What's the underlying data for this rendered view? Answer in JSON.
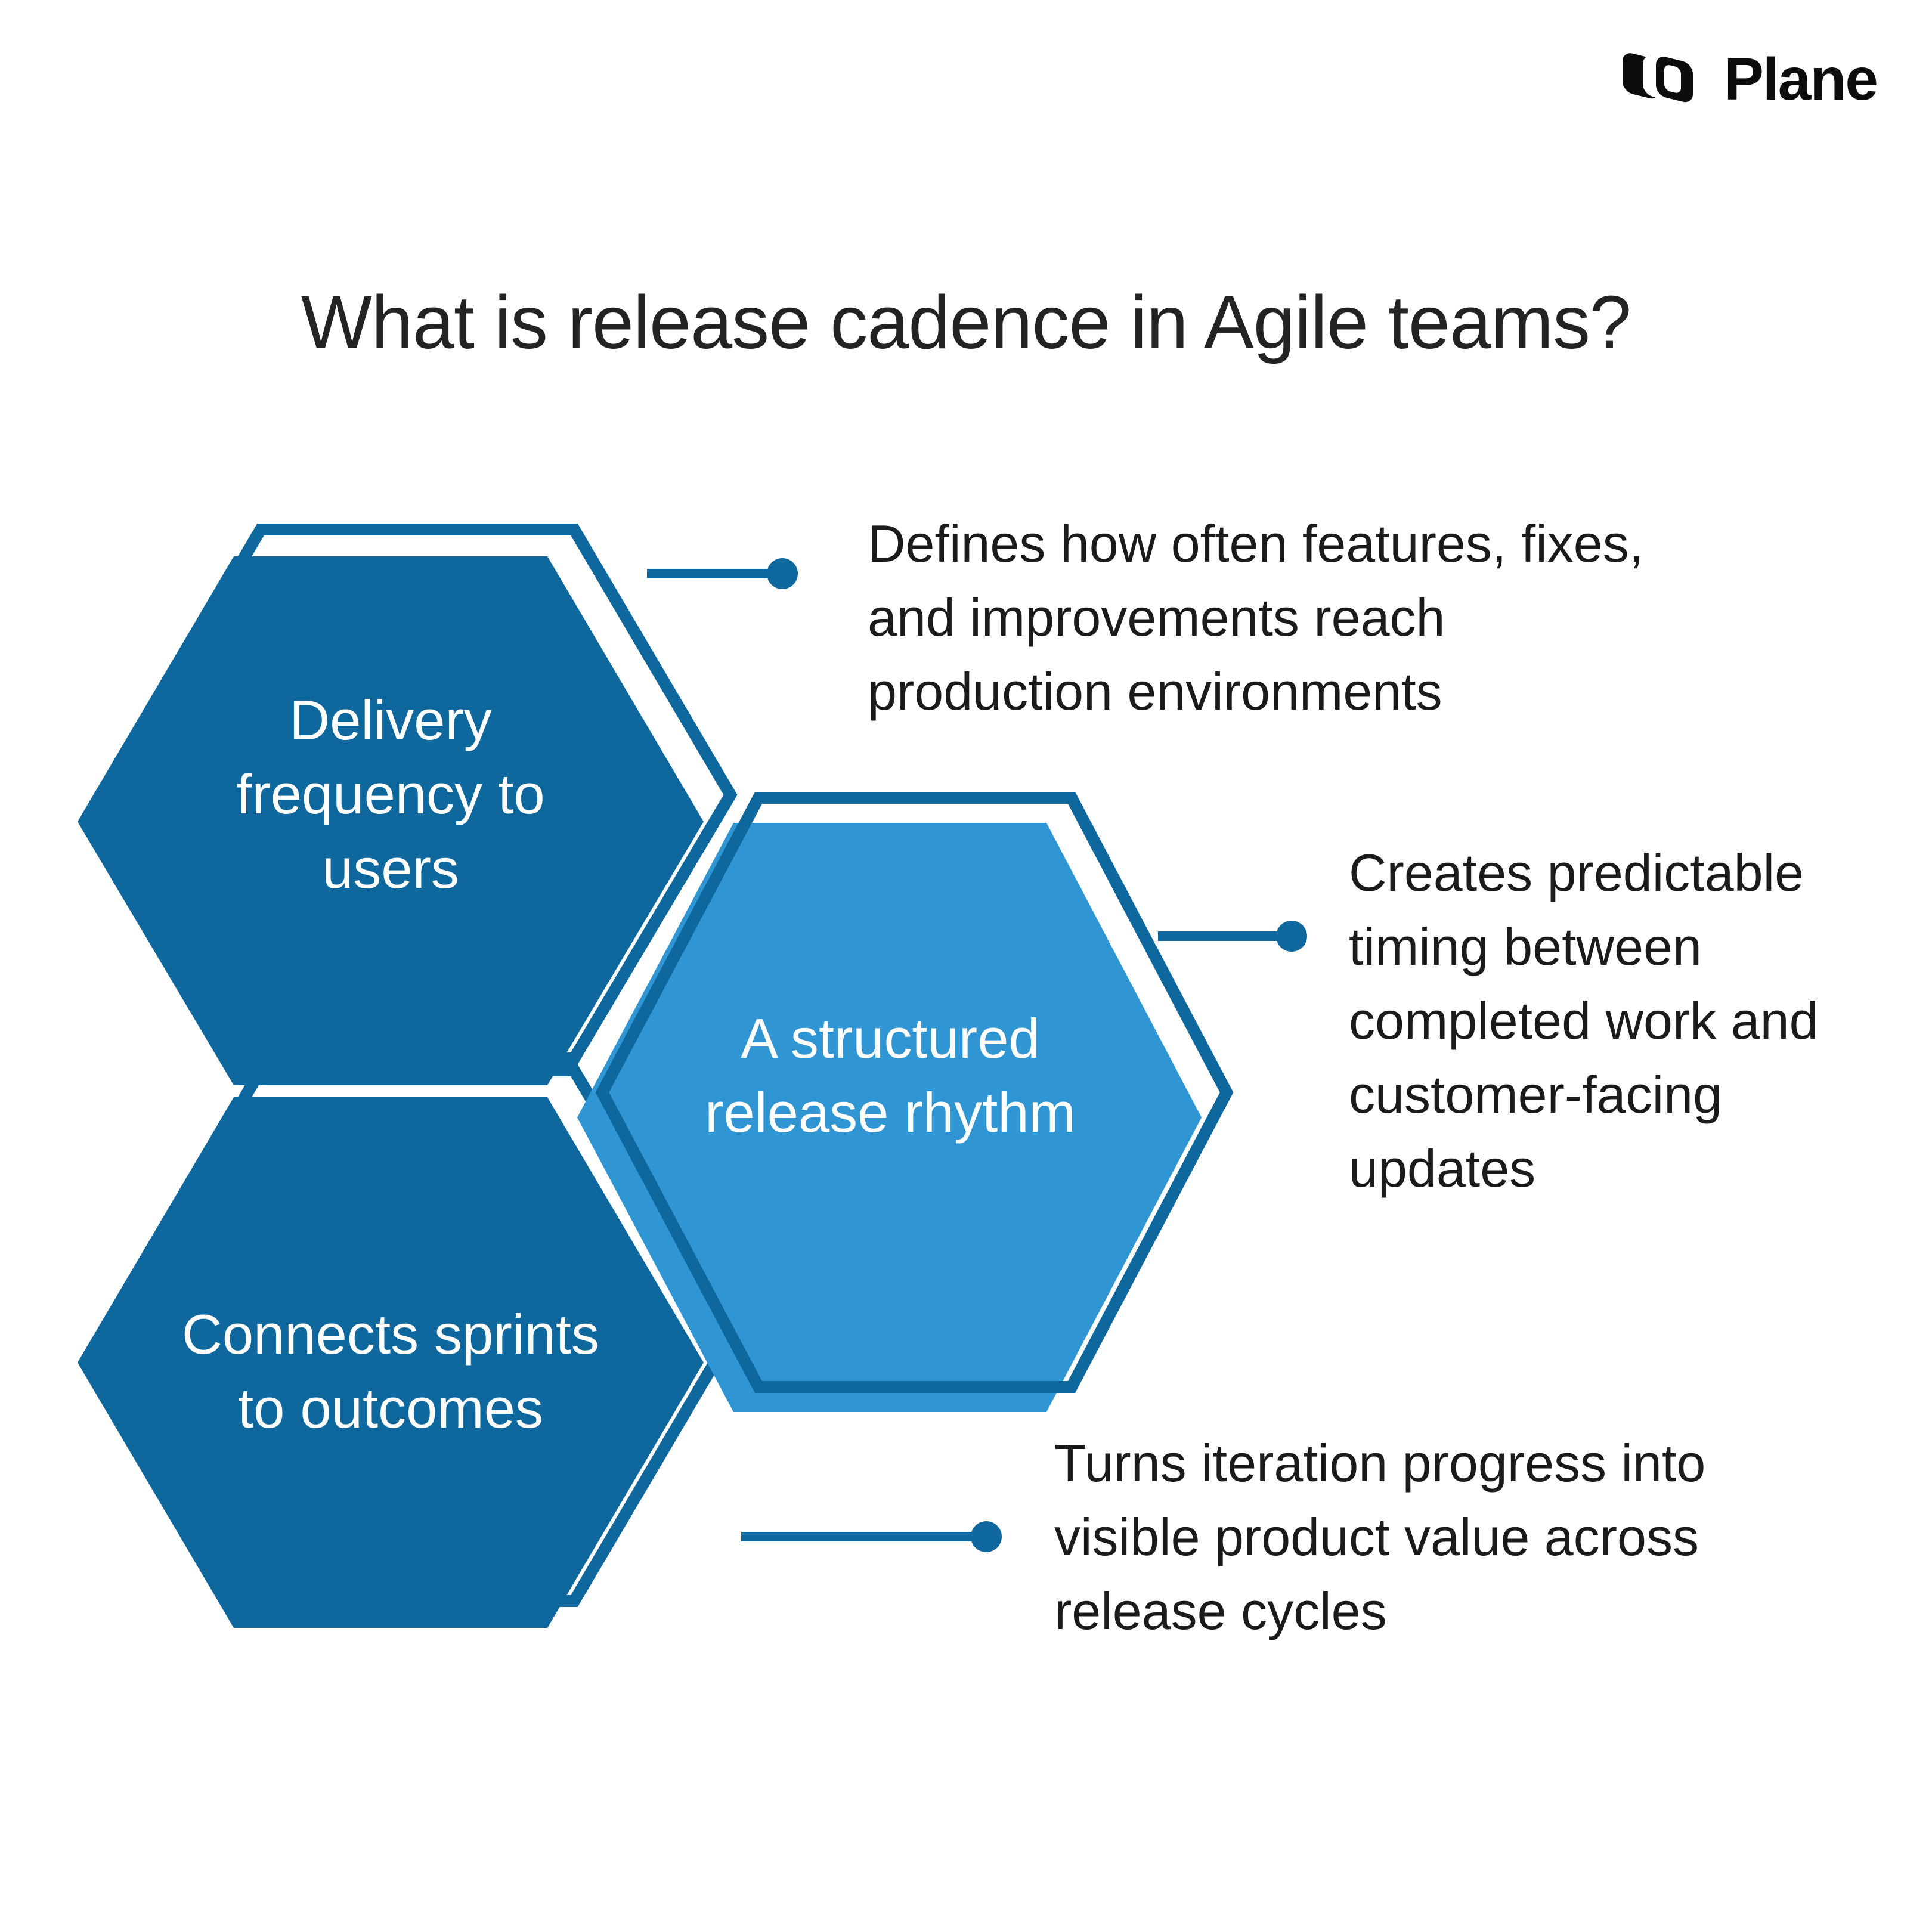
{
  "brand": {
    "logo_text": "Plane"
  },
  "title": "What is release cadence in Agile teams?",
  "colors": {
    "dark_blue": "#0E689D",
    "light_blue": "#3096D3",
    "title_text": "#212325",
    "body_text": "#1B1B1B",
    "logo_black": "#0D0D0F",
    "background": "#FFFFFF"
  },
  "hexagons": [
    {
      "tone": "dark",
      "label": "Delivery frequency to users",
      "label_lines": [
        "Delivery",
        "frequency to",
        "users"
      ],
      "description": "Defines how often features, fixes, and improvements reach production environments",
      "description_lines": [
        "Defines how often features, fixes,",
        "and improvements reach",
        "production environments"
      ]
    },
    {
      "tone": "light",
      "label": "A structured release rhythm",
      "label_lines": [
        "A structured",
        "release rhythm"
      ],
      "description": "Creates predictable timing between completed work and customer-facing updates",
      "description_lines": [
        "Creates predictable",
        "timing between",
        "completed work and",
        "customer-facing",
        "updates"
      ]
    },
    {
      "tone": "dark",
      "label": "Connects sprints to outcomes",
      "label_lines": [
        "Connects sprints",
        "to outcomes"
      ],
      "description": "Turns iteration progress into visible product value across release cycles",
      "description_lines": [
        "Turns iteration progress into",
        "visible product value across",
        "release cycles"
      ]
    }
  ]
}
